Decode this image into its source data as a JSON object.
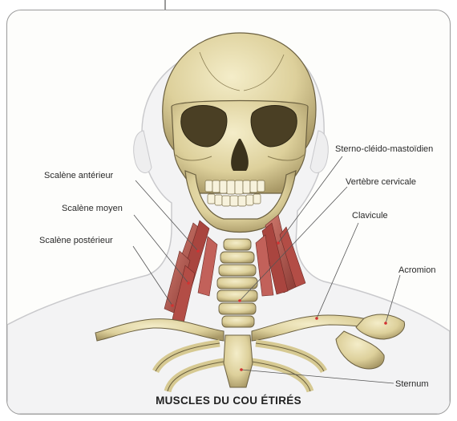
{
  "title": "MUSCLES DU COU ÉTIRÉS",
  "labels": {
    "scalene_anterieur": "Scalène antérieur",
    "scalene_moyen": "Scalène moyen",
    "scalene_posterieur": "Scalène postérieur",
    "sterno": "Sterno-cléido-mastoïdien",
    "vertebre": "Vertèbre cervicale",
    "clavicule": "Clavicule",
    "acromion": "Acromion",
    "sternum": "Sternum"
  },
  "colors": {
    "bone": "#e2d7a8",
    "bone_shadow": "#b8aa74",
    "muscle": "#b8504a",
    "leader": "#d23232",
    "skin": "#e8e8ea"
  }
}
